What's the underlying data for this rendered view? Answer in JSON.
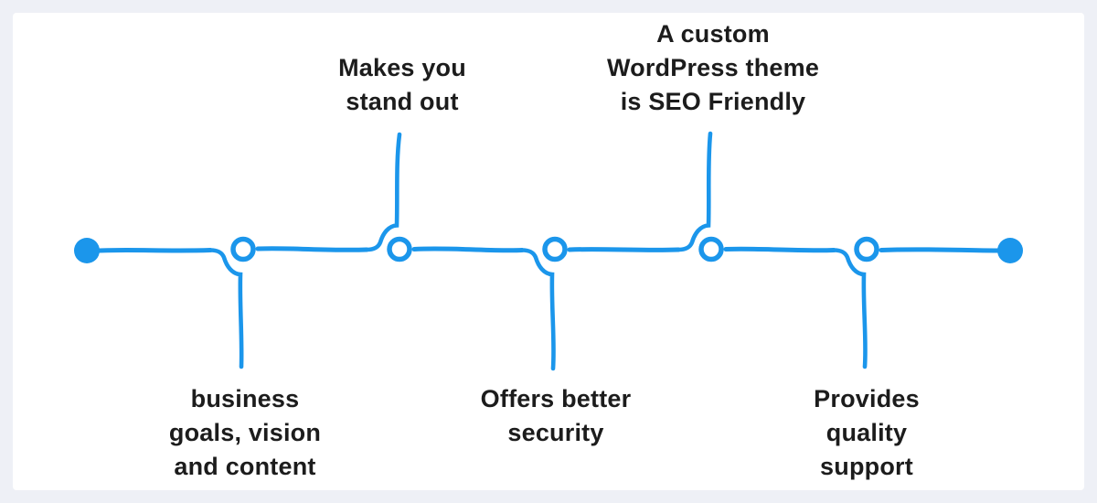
{
  "colors": {
    "accent": "#1b96eb",
    "text": "#1c1c1c",
    "page-bg": "#eef0f6",
    "panel-bg": "#ffffff"
  },
  "timeline": {
    "type": "horizontal-timeline",
    "node_count": 5,
    "endpoints": [
      "start-dot",
      "end-dot"
    ],
    "nodes": [
      {
        "id": "node-1",
        "side": "bottom",
        "label": "business\ngoals, vision\nand content"
      },
      {
        "id": "node-2",
        "side": "top",
        "label": "Makes you\nstand out"
      },
      {
        "id": "node-3",
        "side": "bottom",
        "label": "Offers better\nsecurity"
      },
      {
        "id": "node-4",
        "side": "top",
        "label": "A custom\nWordPress theme\nis SEO Friendly"
      },
      {
        "id": "node-5",
        "side": "bottom",
        "label": "Provides\nquality\nsupport"
      }
    ]
  }
}
